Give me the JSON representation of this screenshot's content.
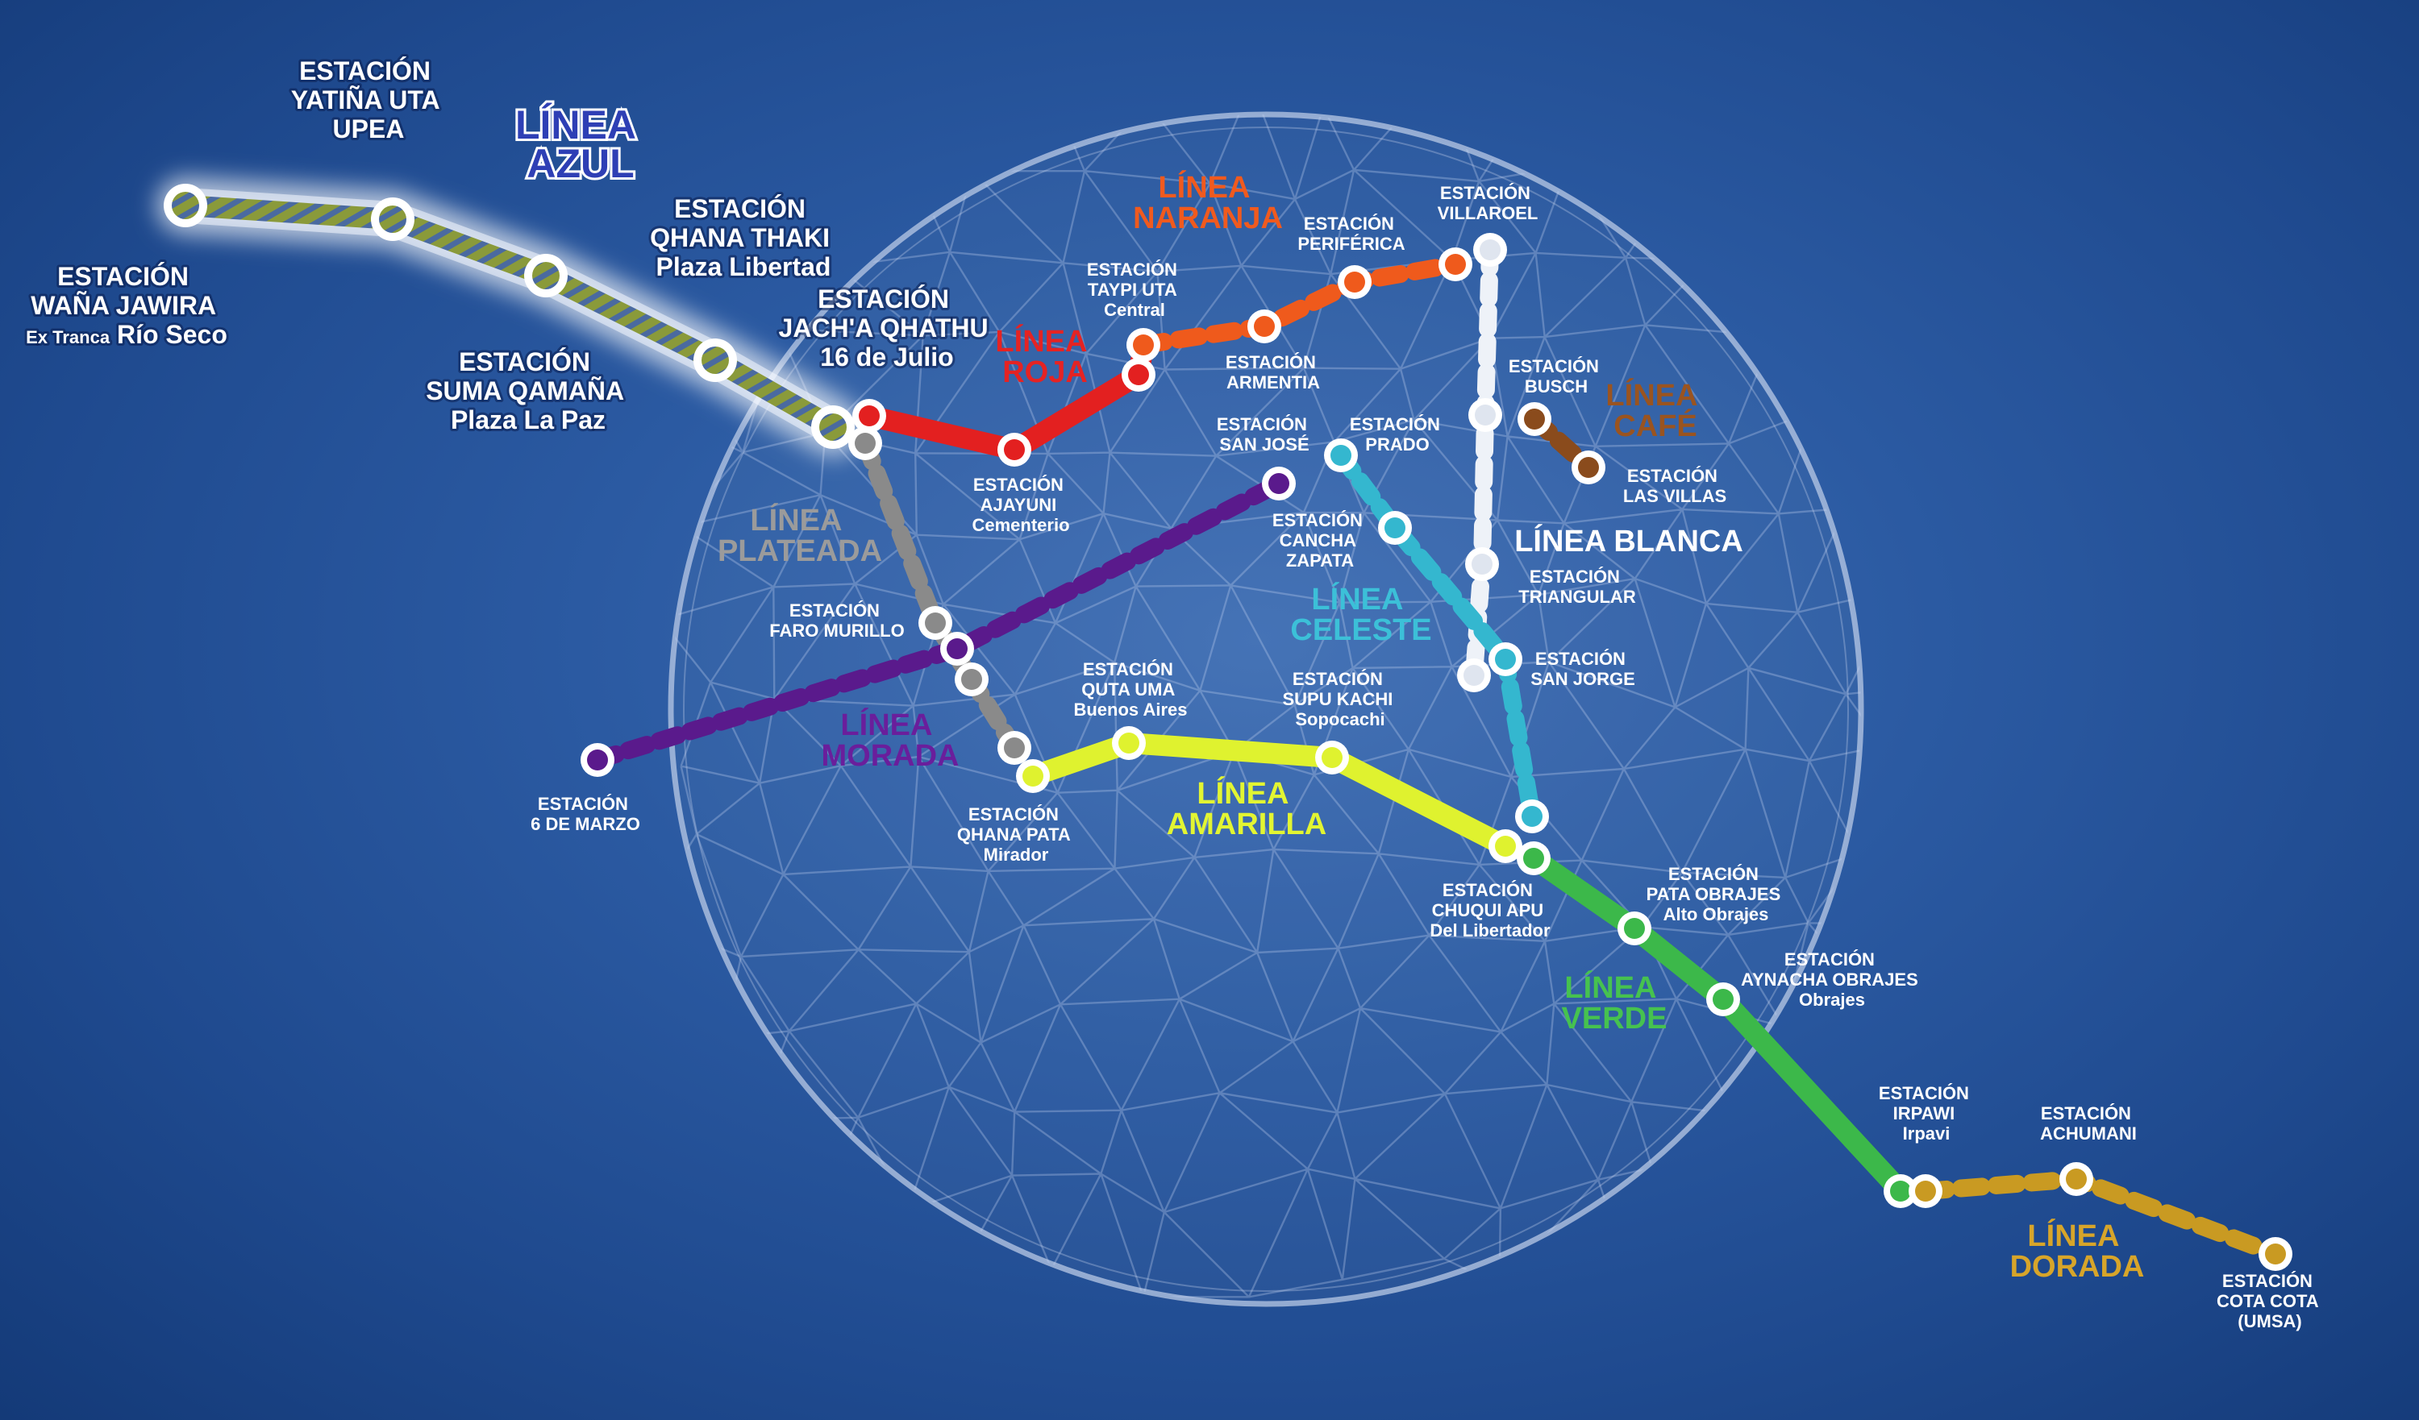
{
  "colors": {
    "azul": "#7b8a3c",
    "azul_stripe": "#3f5f9a",
    "roja": "#e32020",
    "naranja": "#ef5a1c",
    "blanca": "#eef2f8",
    "cafe": "#8a4b1c",
    "celeste": "#34b7cf",
    "plateada": "#8a8a8a",
    "morada": "#5a1a8c",
    "amarilla": "#dff22f",
    "verde": "#3cb84a",
    "dorada": "#c99a22"
  },
  "line_labels": {
    "azul": [
      "LÍNEA",
      "AZUL"
    ],
    "naranja": [
      "LÍNEA",
      "NARANJA"
    ],
    "roja": [
      "LÍNEA",
      "ROJA"
    ],
    "cafe": [
      "LÍNEA",
      "CAFÉ"
    ],
    "blanca": "LÍNEA BLANCA",
    "plateada": [
      "LÍNEA",
      "PLATEADA"
    ],
    "celeste": [
      "LÍNEA",
      "CELESTE"
    ],
    "morada": [
      "LÍNEA",
      "MORADA"
    ],
    "amarilla": [
      "LÍNEA",
      "AMARILLA"
    ],
    "verde": [
      "LÍNEA",
      "VERDE"
    ],
    "dorada": [
      "LÍNEA",
      "DORADA"
    ]
  },
  "stations": {
    "wana_jawira": {
      "l1": "ESTACIÓN",
      "l2": "WAÑA JAWIRA",
      "l3a": "Ex Tranca",
      "l3b": "Río Seco"
    },
    "yatina_uta": {
      "l1": "ESTACIÓN",
      "l2": "YATIÑA UTA",
      "l3": "UPEA"
    },
    "suma_qamana": {
      "l1": "ESTACIÓN",
      "l2": "SUMA QAMAÑA",
      "l3": "Plaza La Paz"
    },
    "qhana_thaki": {
      "l1": "ESTACIÓN",
      "l2": "QHANA THAKI",
      "l3": "Plaza Libertad"
    },
    "jacha_qhathu": {
      "l1": "ESTACIÓN",
      "l2": "JACH'A QHATHU",
      "l3": "16 de Julio"
    },
    "ajayuni": {
      "l1": "ESTACIÓN",
      "l2": "AJAYUNI",
      "l3": "Cementerio"
    },
    "taypi_uta": {
      "l1": "ESTACIÓN",
      "l2": "TAYPI UTA",
      "l3": "Central"
    },
    "armentia": {
      "l1": "ESTACIÓN",
      "l2": "ARMENTIA"
    },
    "periferica": {
      "l1": "ESTACIÓN",
      "l2": "PERIFÉRICA"
    },
    "villaroel": {
      "l1": "ESTACIÓN",
      "l2": "VILLAROEL"
    },
    "busch": {
      "l1": "ESTACIÓN",
      "l2": "BUSCH"
    },
    "las_villas": {
      "l1": "ESTACIÓN",
      "l2": "LAS VILLAS"
    },
    "san_jose": {
      "l1": "ESTACIÓN",
      "l2": "SAN JOSÉ"
    },
    "prado": {
      "l1": "ESTACIÓN",
      "l2": "PRADO"
    },
    "cancha_zapata": {
      "l1": "ESTACIÓN",
      "l2": "CANCHA",
      "l3": "ZAPATA"
    },
    "triangular": {
      "l1": "ESTACIÓN",
      "l2": "TRIANGULAR"
    },
    "san_jorge": {
      "l1": "ESTACIÓN",
      "l2": "SAN JORGE"
    },
    "faro_murillo": {
      "l1": "ESTACIÓN",
      "l2": "FARO MURILLO"
    },
    "seis_marzo": {
      "l1": "ESTACIÓN",
      "l2": "6 DE MARZO"
    },
    "qhana_pata": {
      "l1": "ESTACIÓN",
      "l2": "QHANA PATA",
      "l3": "Mirador"
    },
    "quta_uma": {
      "l1": "ESTACIÓN",
      "l2": "QUTA UMA",
      "l3": "Buenos Aires"
    },
    "supu_kachi": {
      "l1": "ESTACIÓN",
      "l2": "SUPU KACHI",
      "l3": "Sopocachi"
    },
    "chuqui_apu": {
      "l1": "ESTACIÓN",
      "l2": "CHUQUI APU",
      "l3": "Del Libertador"
    },
    "pata_obrajes": {
      "l1": "ESTACIÓN",
      "l2": "PATA OBRAJES",
      "l3": "Alto Obrajes"
    },
    "aynacha_obrajes": {
      "l1": "ESTACIÓN",
      "l2": "AYNACHA OBRAJES",
      "l3": "Obrajes"
    },
    "irpawi": {
      "l1": "ESTACIÓN",
      "l2": "IRPAWI",
      "l3": "Irpavi"
    },
    "achumani": {
      "l1": "ESTACIÓN",
      "l2": "ACHUMANI"
    },
    "cota_cota": {
      "l1": "ESTACIÓN",
      "l2": "COTA COTA",
      "l3": "(UMSA)"
    }
  }
}
